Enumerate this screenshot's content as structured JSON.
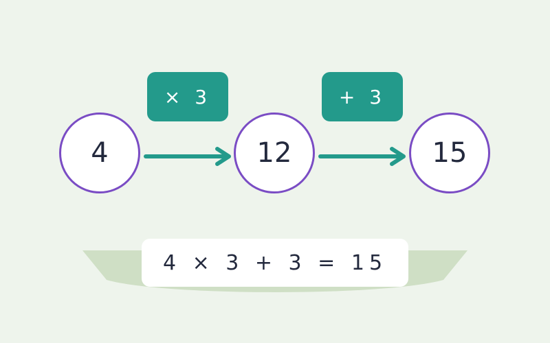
{
  "diagram": {
    "nodes": [
      {
        "value": "4"
      },
      {
        "value": "12"
      },
      {
        "value": "15"
      }
    ],
    "operations": [
      {
        "label": "× 3"
      },
      {
        "label": "+ 3"
      }
    ],
    "equation": "4 × 3 + 3 = 15",
    "colors": {
      "background": "#eef4ec",
      "node_border": "#7a4cc4",
      "operation_fill": "#239a8b",
      "arrow": "#239a8b",
      "bowl": "#cfdfc5",
      "text": "#23293d"
    }
  }
}
